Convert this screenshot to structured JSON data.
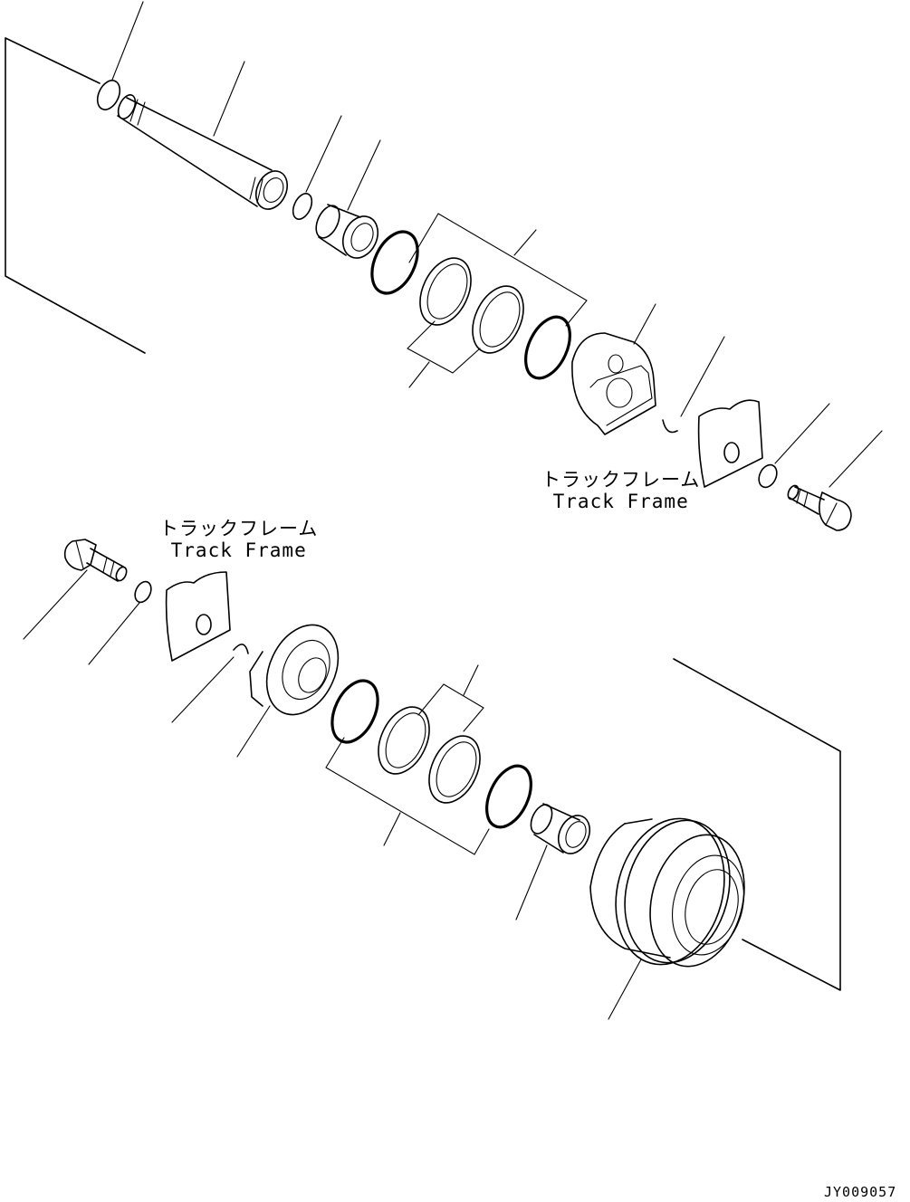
{
  "labels": {
    "upper": {
      "jp": "トラックフレーム",
      "en": "Track Frame"
    },
    "lower": {
      "jp": "トラックフレーム",
      "en": "Track Frame"
    }
  },
  "drawing_code": "JY009057"
}
